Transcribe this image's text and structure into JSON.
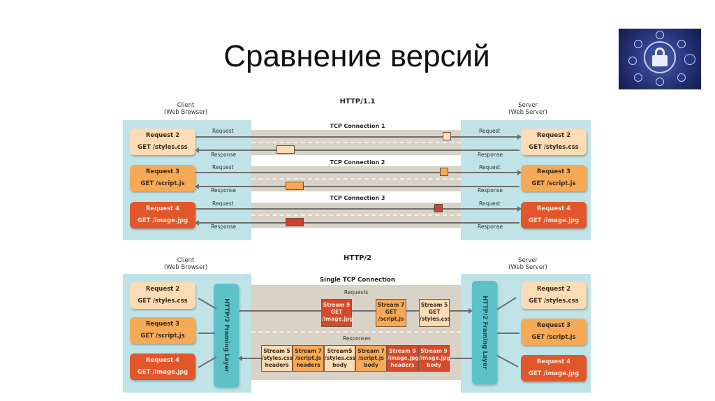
{
  "slide": {
    "title": "Сравнение версий",
    "thumbnail_icon": "padlock-network-icon"
  },
  "http11": {
    "heading": "HTTP/1.1",
    "client_label_1": "Client",
    "client_label_2": "(Web Browser)",
    "server_label_1": "Server",
    "server_label_2": "(Web Server)",
    "connections": [
      {
        "label": "TCP Connection 1",
        "request_label": "Request",
        "response_label": "Response",
        "title": "Request 2",
        "path": "GET /styles.css",
        "color": "#fcdcb6"
      },
      {
        "label": "TCP Connection 2",
        "request_label": "Request",
        "response_label": "Response",
        "title": "Request 3",
        "path": "GET /script.js",
        "color": "#f6a957"
      },
      {
        "label": "TCP Connection 3",
        "request_label": "Request",
        "response_label": "Response",
        "title": "Request  4",
        "path": "GET /image.jpg",
        "color": "#e2562c"
      }
    ]
  },
  "http2": {
    "heading": "HTTP/2",
    "client_label_1": "Client",
    "client_label_2": "(Web Browser)",
    "server_label_1": "Server",
    "server_label_2": "(Web Server)",
    "framing_layer": "HTTP/2 Framing Layer",
    "connection_label": "Single TCP Connection",
    "requests_label": "Requests",
    "responses_label": "Responses",
    "client_requests": [
      {
        "title": "Request 2",
        "path": "GET /styles.css"
      },
      {
        "title": "Request 3",
        "path": "GET /script.js"
      },
      {
        "title": "Request 4",
        "path": "GET /image.jpg"
      }
    ],
    "request_streams": [
      {
        "l1": "Stream 9",
        "l2": "GET",
        "l3": "/image.jpg"
      },
      {
        "l1": "Stream 7",
        "l2": "GET",
        "l3": "/script.js"
      },
      {
        "l1": "Stream 5",
        "l2": "GET",
        "l3": "/styles.css"
      }
    ],
    "response_frames": [
      {
        "l1": "Stream 5",
        "l2": "/styles.css",
        "l3": "headers"
      },
      {
        "l1": "Stream 7",
        "l2": "/script.js",
        "l3": "headers"
      },
      {
        "l1": "Stream5",
        "l2": "/styles.css",
        "l3": "body"
      },
      {
        "l1": "Stream 7",
        "l2": "/script.js",
        "l3": "body"
      },
      {
        "l1": "Stream 9",
        "l2": "/image.jpg",
        "l3": "headers"
      },
      {
        "l1": "Stream 9",
        "l2": "/image.jpg",
        "l3": "body"
      }
    ]
  },
  "colors": {
    "light": "#fcdcb6",
    "medium": "#f6a957",
    "dark": "#e2562c",
    "panel": "#bfe3e6",
    "band": "#d9d2c6",
    "framing": "#5cc2c8"
  }
}
